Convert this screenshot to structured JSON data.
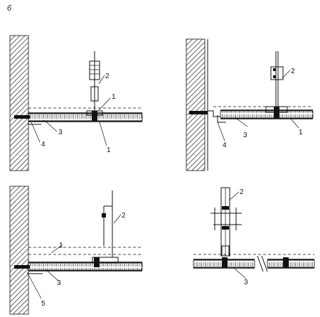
{
  "figure": {
    "panel_letter": "б",
    "panels": [
      {
        "id": "top-left",
        "labels": [
          "2",
          "1",
          "3",
          "4",
          "1"
        ]
      },
      {
        "id": "top-right",
        "labels": [
          "2",
          "3",
          "4",
          "1"
        ]
      },
      {
        "id": "bottom-left",
        "labels": [
          "2",
          "1",
          "3",
          "5"
        ]
      },
      {
        "id": "bottom-right",
        "labels": [
          "2",
          "3"
        ]
      }
    ]
  }
}
